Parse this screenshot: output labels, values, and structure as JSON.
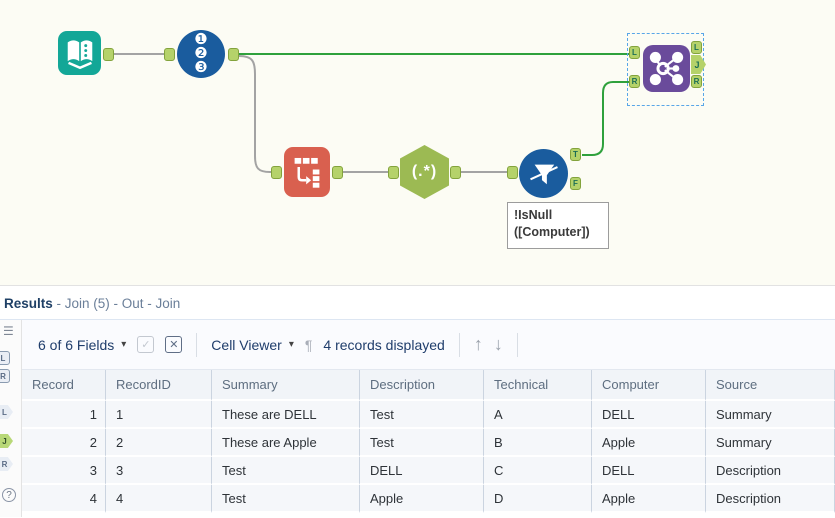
{
  "colors": {
    "canvas_bg": "#fcfcf4",
    "input_data_teal": "#13a797",
    "record_id_blue": "#1a5c9e",
    "text_to_columns_orange": "#d9604f",
    "regex_green": "#9cba53",
    "filter_blue": "#1a5c9e",
    "join_purple": "#6a4b9b",
    "anchor_green": "#b5d26a",
    "wire_green": "#2fa13c",
    "wire_gray": "#a3a3a3",
    "selection_blue": "#58a6e8"
  },
  "canvas": {
    "icons": {
      "input_data": "open-book-icon",
      "record_id": "numbered-circles-icon",
      "text_to_columns": "table-split-arrow-icon",
      "regex": "regex-pattern-icon",
      "filter": "funnel-icon",
      "join": "network-join-icon"
    },
    "record_id_digits": [
      "❶",
      "❷",
      "❸"
    ],
    "regex_label": "(.*)",
    "filter_anchor_true": "T",
    "filter_anchor_false": "F",
    "join_in_left": "L",
    "join_in_right": "R",
    "join_out_left": "L",
    "join_out_join": "J",
    "join_out_right": "R",
    "annotation_line1": "!IsNull",
    "annotation_line2": "([Computer])"
  },
  "results": {
    "title_bold": "Results",
    "title_rest": " - Join (5) - Out - Join",
    "toolbar": {
      "fields_label": "6 of 6 Fields",
      "cell_viewer_label": "Cell Viewer",
      "records_label": "4 records displayed",
      "icons": {
        "caret": "▾",
        "check": "✓",
        "close": "✕",
        "pilcrow": "¶",
        "up": "↑",
        "down": "↓"
      }
    },
    "sidebar": {
      "menu_icon": "☰",
      "input_anchors": [
        "L",
        "R"
      ],
      "output_anchors": [
        "L",
        "J",
        "R"
      ],
      "selected_anchor": "J",
      "help_label": "?"
    },
    "table": {
      "columns": [
        "Record",
        "RecordID",
        "Summary",
        "Description",
        "Technical",
        "Computer",
        "Source"
      ],
      "rows": [
        [
          "1",
          "1",
          "These are DELL",
          "Test",
          "A",
          "DELL",
          "Summary"
        ],
        [
          "2",
          "2",
          "These are Apple",
          "Test",
          "B",
          "Apple",
          "Summary"
        ],
        [
          "3",
          "3",
          "Test",
          "DELL",
          "C",
          "DELL",
          "Description"
        ],
        [
          "4",
          "4",
          "Test",
          "Apple",
          "D",
          "Apple",
          "Description"
        ]
      ]
    }
  }
}
